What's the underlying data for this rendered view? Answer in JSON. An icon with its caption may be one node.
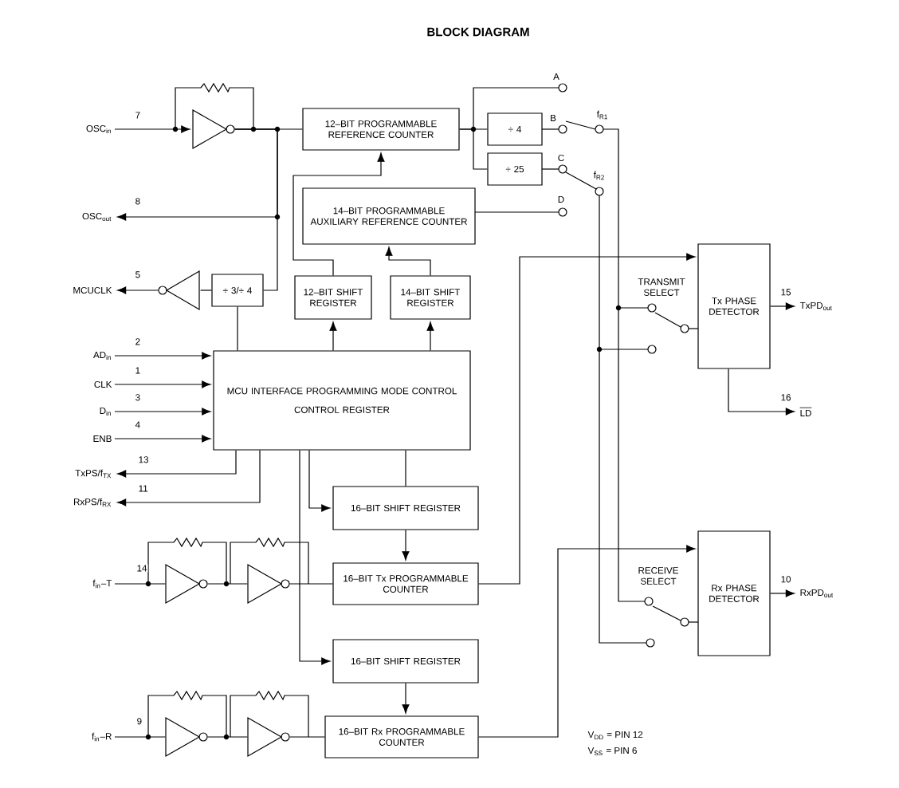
{
  "diagram": {
    "title": "BLOCK DIAGRAM",
    "nodes": [
      {
        "text": [
          "12–BIT PROGRAMMABLE REFERENCE COUNTER"
        ]
      },
      {
        "text": [
          "÷ 4"
        ]
      },
      {
        "text": [
          "÷ 25"
        ]
      },
      {
        "text": [
          "14–BIT PROGRAMMABLE AUXILIARY REFERENCE COUNTER"
        ]
      },
      {
        "text": [
          "÷ 3/÷ 4"
        ]
      },
      {
        "text": [
          "12–BIT SHIFT REGISTER"
        ]
      },
      {
        "text": [
          "14–BIT SHIFT REGISTER"
        ]
      },
      {
        "text": [
          "MCU INTERFACE PROGRAMMING MODE CONTROL",
          "CONTROL REGISTER"
        ]
      },
      {
        "text": [
          "16–BIT SHIFT REGISTER"
        ]
      },
      {
        "text": [
          "16–BIT Tx PROGRAMMABLE COUNTER"
        ]
      },
      {
        "text": [
          "16–BIT SHIFT REGISTER"
        ]
      },
      {
        "text": [
          "16–BIT Rx PROGRAMMABLE COUNTER"
        ]
      },
      {
        "text": [
          "Tx PHASE DETECTOR"
        ]
      },
      {
        "text": [
          "Rx PHASE DETECTOR"
        ]
      },
      {
        "text": [
          "OSC$_{in}$"
        ]
      },
      {
        "text": [
          "OSC$_{out}$"
        ]
      },
      {
        "text": [
          "MCUCLK"
        ]
      },
      {
        "text": [
          "AD$_{in}$"
        ]
      },
      {
        "text": [
          "CLK"
        ]
      },
      {
        "text": [
          "D$_{in}$"
        ]
      },
      {
        "text": [
          "ENB"
        ]
      },
      {
        "text": [
          "TxPS/f$_{TX}$"
        ]
      },
      {
        "text": [
          "RxPS/f$_{RX}$"
        ]
      },
      {
        "text": [
          "f$_{in}$–T"
        ]
      },
      {
        "text": [
          "f$_{in}$–R"
        ]
      },
      {
        "text": [
          "TxPD$_{out}$"
        ]
      },
      {
        "text": [
          "LD"
        ]
      },
      {
        "text": [
          "RxPD$_{out}$"
        ]
      },
      {
        "text": [],
        "shape": "triangle"
      },
      {
        "text": [],
        "shape": "triangle"
      },
      {
        "text": [],
        "shape": "triangle"
      },
      {
        "text": [],
        "shape": "triangle"
      },
      {
        "text": [],
        "shape": "triangle"
      },
      {
        "text": [],
        "shape": "triangle"
      }
    ],
    "edges": [
      {
        "from": 14,
        "to": 28,
        "arrow": "to",
        "label": "7"
      },
      {
        "from": 28,
        "to": 0,
        "arrow": "none"
      },
      {
        "from": 28,
        "to": 15,
        "arrow": "to",
        "label": "8"
      },
      {
        "from": 28,
        "to": 4,
        "arrow": "none"
      },
      {
        "from": 4,
        "to": 29,
        "arrow": "none"
      },
      {
        "from": 29,
        "to": 16,
        "arrow": "to",
        "label": "5"
      },
      {
        "from": 7,
        "to": 4,
        "arrow": "none"
      },
      {
        "from": 7,
        "to": 5,
        "arrow": "to"
      },
      {
        "from": 7,
        "to": 6,
        "arrow": "to"
      },
      {
        "from": 5,
        "to": 0,
        "arrow": "to"
      },
      {
        "from": 6,
        "to": 3,
        "arrow": "to"
      },
      {
        "from": 17,
        "to": 7,
        "arrow": "to",
        "label": "2"
      },
      {
        "from": 18,
        "to": 7,
        "arrow": "to",
        "label": "1"
      },
      {
        "from": 19,
        "to": 7,
        "arrow": "to",
        "label": "3"
      },
      {
        "from": 20,
        "to": 7,
        "arrow": "to",
        "label": "4"
      },
      {
        "from": 7,
        "to": 21,
        "arrow": "to",
        "label": "13"
      },
      {
        "from": 7,
        "to": 22,
        "arrow": "to",
        "label": "11"
      },
      {
        "from": 7,
        "to": 8,
        "arrow": "to"
      },
      {
        "from": 7,
        "to": 8,
        "arrow": "none"
      },
      {
        "from": 7,
        "to": 10,
        "arrow": "to"
      },
      {
        "from": 8,
        "to": 9,
        "arrow": "to"
      },
      {
        "from": 10,
        "to": 11,
        "arrow": "to"
      },
      {
        "from": 9,
        "to": 12,
        "arrow": "to"
      },
      {
        "from": 11,
        "to": 13,
        "arrow": "to"
      },
      {
        "from": 12,
        "to": 25,
        "arrow": "to",
        "label": "15"
      },
      {
        "from": 12,
        "to": 26,
        "arrow": "to",
        "label": "16"
      },
      {
        "from": 13,
        "to": 27,
        "arrow": "to",
        "label": "10"
      },
      {
        "from": 23,
        "to": 30,
        "arrow": "none",
        "label": "14"
      },
      {
        "from": 30,
        "to": 31,
        "arrow": "none"
      },
      {
        "from": 31,
        "to": 9,
        "arrow": "none"
      },
      {
        "from": 24,
        "to": 32,
        "arrow": "none",
        "label": "9"
      },
      {
        "from": 32,
        "to": 33,
        "arrow": "none"
      },
      {
        "from": 33,
        "to": 11,
        "arrow": "none"
      },
      {
        "from": 0,
        "to": 1,
        "arrow": "none"
      },
      {
        "from": 0,
        "to": 2,
        "arrow": "none"
      }
    ],
    "labels": [
      "A",
      "B",
      "f$_{R1}$",
      "C",
      "f$_{R2}$",
      "D",
      "TRANSMIT SELECT",
      "RECEIVE SELECT",
      "V$_{DD}$ = PIN 12",
      "V$_{SS}$ = PIN 6"
    ]
  }
}
